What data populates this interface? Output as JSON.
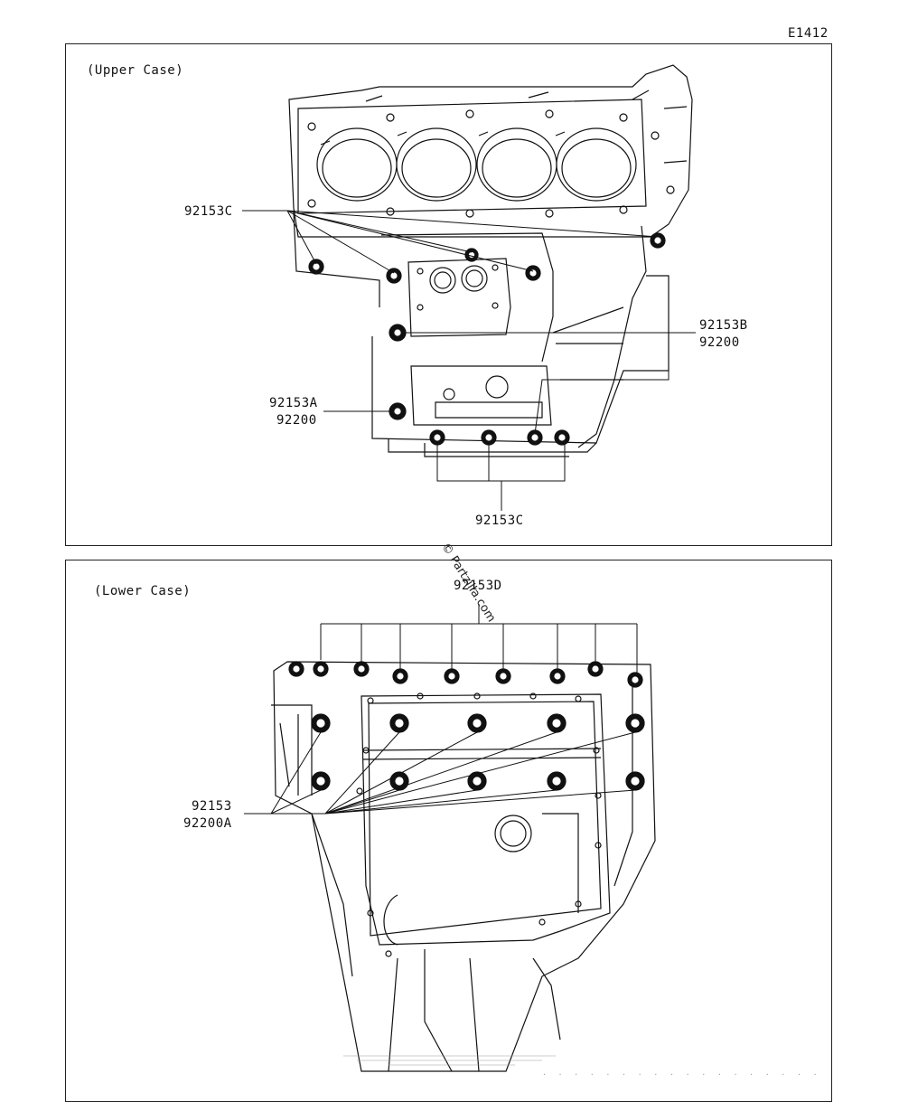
{
  "diagram_code": "E1412",
  "panels": {
    "upper": {
      "title": "(Upper Case)",
      "labels": {
        "top_left": "92153C",
        "right_top": "92153B",
        "right_bottom": "92200",
        "left_top": "92153A",
        "left_bottom": "92200",
        "bottom": "92153C"
      }
    },
    "lower": {
      "title": "(Lower Case)",
      "labels": {
        "top": "92153D",
        "left_top": "92153",
        "left_bottom": "92200A"
      }
    }
  },
  "watermark": "© Partzilla.com"
}
